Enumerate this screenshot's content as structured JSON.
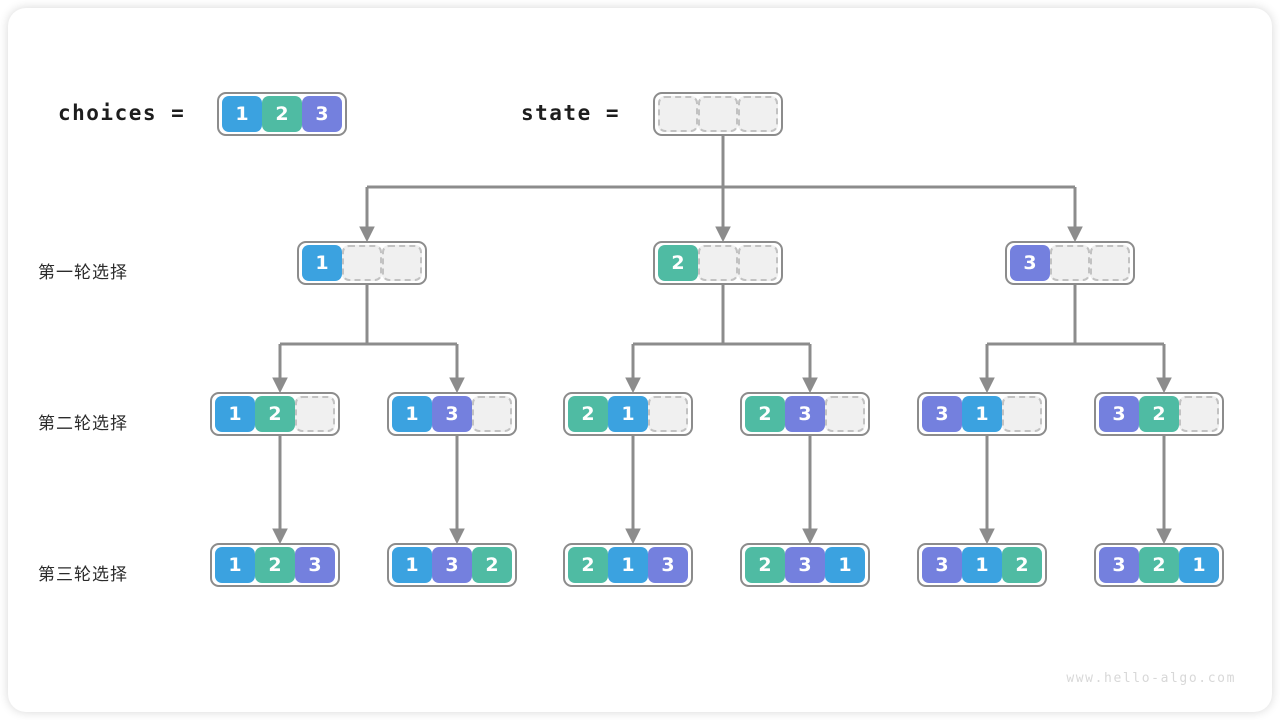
{
  "figure": {
    "watermark": "www.hello-algo.com",
    "background": "#ffffff",
    "line_color": "#8c8c8c"
  },
  "palette": {
    "1": "#3BA2E0",
    "2": "#4FBBA3",
    "3": "#7480DE",
    "empty_fill": "#f0f0f0",
    "empty_border": "#c2c2c2",
    "node_border": "#8c8c8c"
  },
  "header": {
    "choices_label": "choices =",
    "choices_values": [
      "1",
      "2",
      "3"
    ],
    "state_label": "state =",
    "state_values": [
      "",
      "",
      ""
    ]
  },
  "rows": [
    {
      "label": "第一轮选择",
      "nodes": [
        {
          "cells": [
            "1",
            "",
            ""
          ]
        },
        {
          "cells": [
            "2",
            "",
            ""
          ]
        },
        {
          "cells": [
            "3",
            "",
            ""
          ]
        }
      ]
    },
    {
      "label": "第二轮选择",
      "nodes": [
        {
          "cells": [
            "1",
            "2",
            ""
          ]
        },
        {
          "cells": [
            "1",
            "3",
            ""
          ]
        },
        {
          "cells": [
            "2",
            "1",
            ""
          ]
        },
        {
          "cells": [
            "2",
            "3",
            ""
          ]
        },
        {
          "cells": [
            "3",
            "1",
            ""
          ]
        },
        {
          "cells": [
            "3",
            "2",
            ""
          ]
        }
      ]
    },
    {
      "label": "第三轮选择",
      "nodes": [
        {
          "cells": [
            "1",
            "2",
            "3"
          ]
        },
        {
          "cells": [
            "1",
            "3",
            "2"
          ]
        },
        {
          "cells": [
            "2",
            "1",
            "3"
          ]
        },
        {
          "cells": [
            "2",
            "3",
            "1"
          ]
        },
        {
          "cells": [
            "3",
            "1",
            "2"
          ]
        },
        {
          "cells": [
            "3",
            "2",
            "1"
          ]
        }
      ]
    }
  ]
}
